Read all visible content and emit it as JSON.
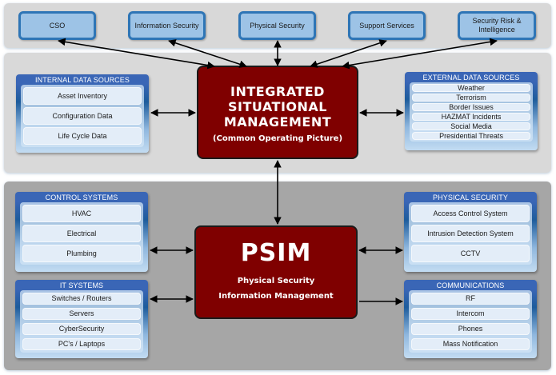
{
  "stakeholders": [
    {
      "label": "CSO"
    },
    {
      "label": "Information Security"
    },
    {
      "label": "Physical Security"
    },
    {
      "label": "Support Services"
    },
    {
      "label": "Security Risk & Intelligence"
    }
  ],
  "integrated": {
    "title_lines": [
      "INTEGRATED",
      "SITUATIONAL",
      "MANAGEMENT"
    ],
    "subtitle": "(Common Operating Picture)"
  },
  "internal_data_sources": {
    "title": "INTERNAL DATA SOURCES",
    "items": [
      "Asset Inventory",
      "Configuration Data",
      "Life Cycle Data"
    ]
  },
  "external_data_sources": {
    "title": "EXTERNAL DATA SOURCES",
    "items": [
      "Weather",
      "Terrorism",
      "Border Issues",
      "HAZMAT Incidents",
      "Social Media",
      "Presidential Threats"
    ]
  },
  "psim": {
    "title": "PSIM",
    "line1": "Physical Security",
    "line2": "Information Management"
  },
  "control_systems": {
    "title": "CONTROL SYSTEMS",
    "items": [
      "HVAC",
      "Electrical",
      "Plumbing"
    ]
  },
  "it_systems": {
    "title": "IT SYSTEMS",
    "items": [
      "Switches / Routers",
      "Servers",
      "CyberSecurity",
      "PC's / Laptops"
    ]
  },
  "physical_security": {
    "title": "PHYSICAL SECURITY",
    "items": [
      "Access Control System",
      "Intrusion Detection System",
      "CCTV"
    ]
  },
  "communications": {
    "title": "COMMUNICATIONS",
    "items": [
      "RF",
      "Intercom",
      "Phones",
      "Mass Notification"
    ]
  },
  "colors": {
    "core_fill": "#7f0000",
    "stakeholder_fill": "#9dc3e6",
    "stakeholder_border": "#2e75b6",
    "panel_header": "#3a66b6",
    "band_top": "#d8d8d8",
    "band_bottom": "#a6a6a6"
  }
}
